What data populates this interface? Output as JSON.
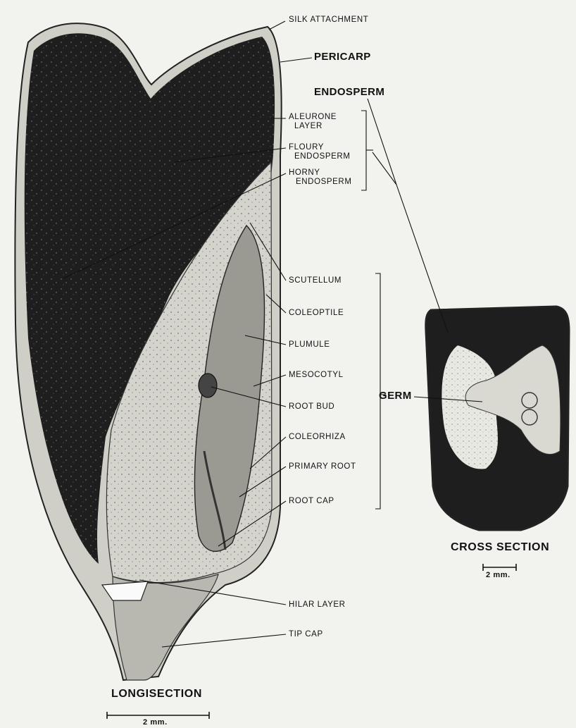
{
  "labels": {
    "silk_attachment": "SILK ATTACHMENT",
    "pericarp": "PERICARP",
    "endosperm": "ENDOSPERM",
    "aleurone_1": "ALEURONE",
    "aleurone_2": "LAYER",
    "floury_1": "FLOURY",
    "floury_2": "ENDOSPERM",
    "horny_1": "HORNY",
    "horny_2": "ENDOSPERM",
    "scutellum": "SCUTELLUM",
    "coleoptile": "COLEOPTILE",
    "plumule": "PLUMULE",
    "mesocotyl": "MESOCOTYL",
    "root_bud": "ROOT BUD",
    "germ": "GERM",
    "coleorhiza": "COLEORHIZA",
    "primary_root": "PRIMARY ROOT",
    "root_cap": "ROOT CAP",
    "hilar_layer": "HILAR LAYER",
    "tip_cap": "TIP CAP"
  },
  "captions": {
    "longisection": "LONGISECTION",
    "cross_section": "CROSS SECTION"
  },
  "scale_bars": {
    "longisection": "2 mm.",
    "cross_section": "2 mm."
  },
  "colors": {
    "background": "#f2f2ef",
    "dark_tissue": "#1c1c1c",
    "germ_tissue": "#d9d9d2",
    "line": "#111111"
  }
}
